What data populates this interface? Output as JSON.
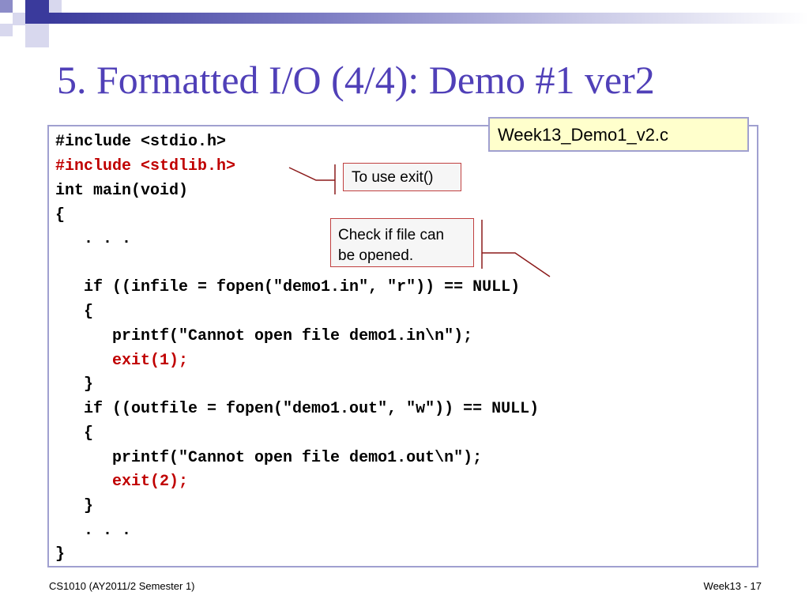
{
  "slide": {
    "title": "5. Formatted I/O (4/4): Demo #1 ver2",
    "file_name": "Week13_Demo1_v2.c",
    "notes": {
      "exit": "To use exit()",
      "open_line1": "Check if file can",
      "open_line2": "be opened."
    },
    "code": {
      "l1": "#include <stdio.h>",
      "l2": "#include <stdlib.h>",
      "l3": "int main(void)",
      "l4": "{",
      "l5": "   . . .",
      "l6": "   if ((infile = fopen(\"demo1.in\", \"r\")) == NULL)",
      "l7": "   {",
      "l8": "      printf(\"Cannot open file demo1.in\\n\");",
      "l9": "      exit(1);",
      "l10": "   }",
      "l11": "   if ((outfile = fopen(\"demo1.out\", \"w\")) == NULL)",
      "l12": "   {",
      "l13": "      printf(\"Cannot open file demo1.out\\n\");",
      "l14": "      exit(2);",
      "l15": "   }",
      "l16": "   . . .",
      "l17": "}"
    },
    "footer": {
      "left": "CS1010 (AY2011/2 Semester 1)",
      "right": "Week13 - 17"
    }
  },
  "colors": {
    "title": "#5040b8",
    "highlight": "#c00000",
    "accent": "#3a3a9c"
  }
}
